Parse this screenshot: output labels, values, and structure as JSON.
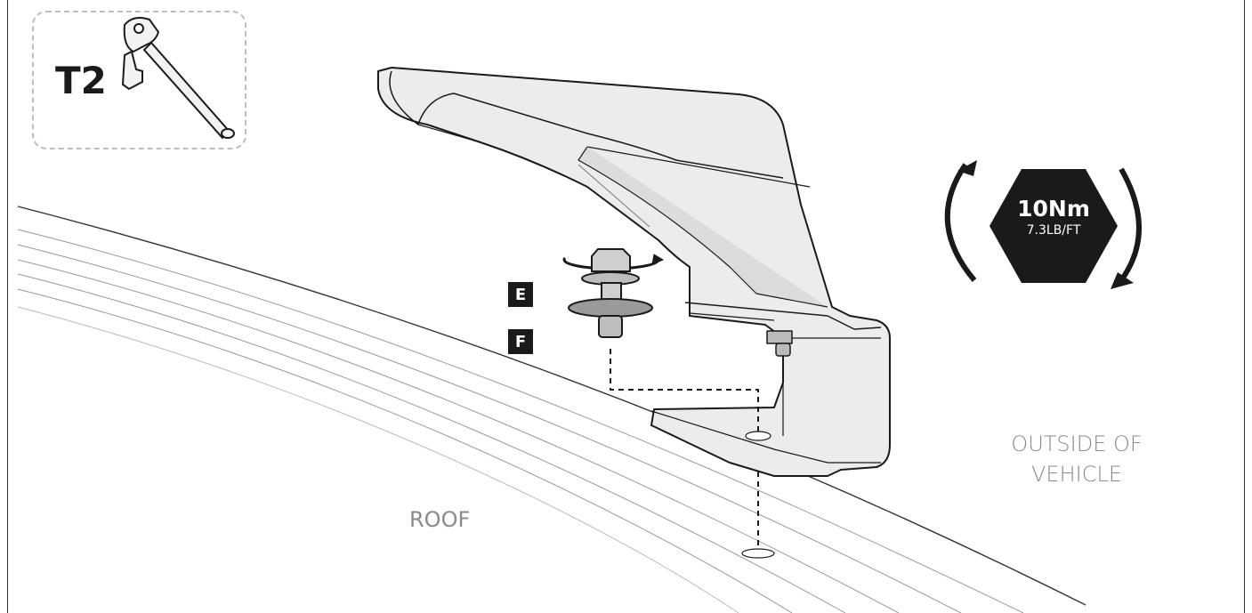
{
  "tool": {
    "label": "T2",
    "icon": "ratchet-wrench-icon"
  },
  "parts": [
    {
      "id": "e",
      "label": "E"
    },
    {
      "id": "f",
      "label": "F"
    }
  ],
  "torque": {
    "value": "10Nm",
    "imperial": "7.3LB/FT"
  },
  "labels": {
    "outside_line1": "OUTSIDE OF",
    "outside_line2": "VEHICLE",
    "roof": "ROOF"
  },
  "colors": {
    "ink": "#1a1a1a",
    "label_gray": "#8a8a8a",
    "dashed_box": "#bdbdbd"
  }
}
